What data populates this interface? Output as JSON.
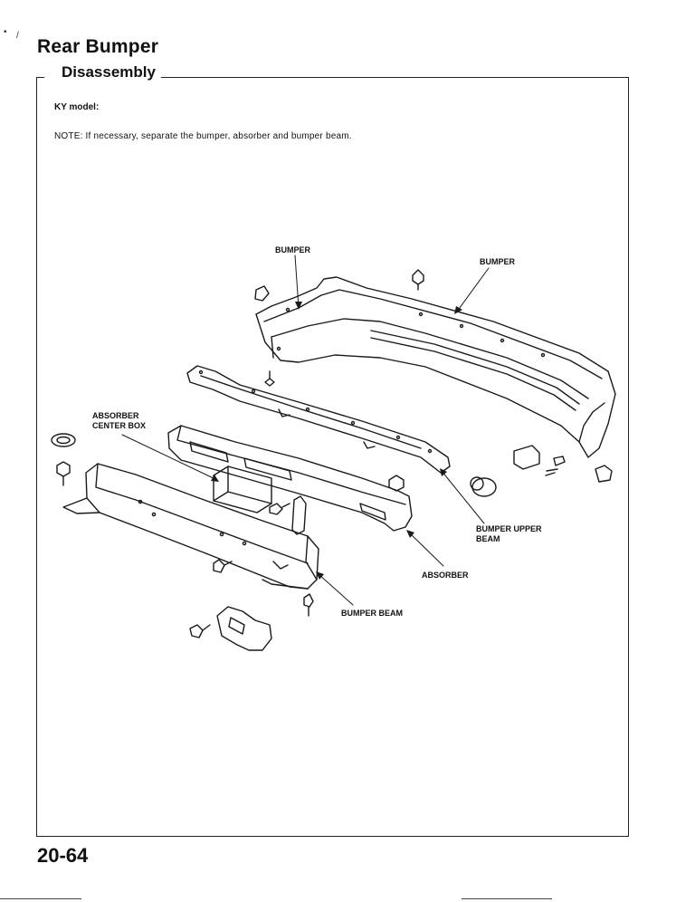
{
  "page": {
    "title": "Rear Bumper",
    "section": "Disassembly",
    "model": "KY model:",
    "note": "NOTE:  If necessary, separate the bumper, absorber and bumper beam.",
    "page_number": "20-64"
  },
  "callouts": {
    "bumper_top": "BUMPER",
    "bumper_right": "BUMPER",
    "absorber_center_box_1": "ABSORBER",
    "absorber_center_box_2": "CENTER BOX",
    "bumper_upper_beam_1": "BUMPER UPPER",
    "bumper_upper_beam_2": "BEAM",
    "absorber": "ABSORBER",
    "bumper_beam": "BUMPER BEAM"
  }
}
